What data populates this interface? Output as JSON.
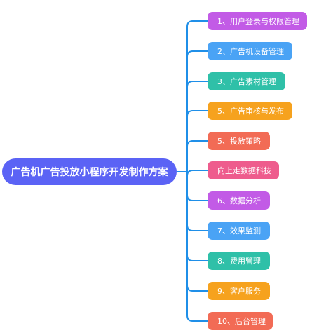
{
  "root": {
    "label": "广告机广告投放小程序开发制作方案",
    "color": "#5b63f5"
  },
  "branch_line_color": "#1f8fe8",
  "branches": [
    {
      "label": "1、用户登录与权限管理",
      "color": "#c25be6"
    },
    {
      "label": "2、广告机设备管理",
      "color": "#4aa3f5"
    },
    {
      "label": "3、广告素材管理",
      "color": "#2fc0a8"
    },
    {
      "label": "5、广告审核与发布",
      "color": "#f6a21e"
    },
    {
      "label": "5、投放策略",
      "color": "#f26b55"
    },
    {
      "label": "向上走数据科技",
      "color": "#ee5c8d"
    },
    {
      "label": "6、数据分析",
      "color": "#c25be6"
    },
    {
      "label": "7、效果监测",
      "color": "#4aa3f5"
    },
    {
      "label": "8、费用管理",
      "color": "#2fc0a8"
    },
    {
      "label": "9、客户服务",
      "color": "#f6a21e"
    },
    {
      "label": "10、后台管理",
      "color": "#f26b55"
    }
  ]
}
